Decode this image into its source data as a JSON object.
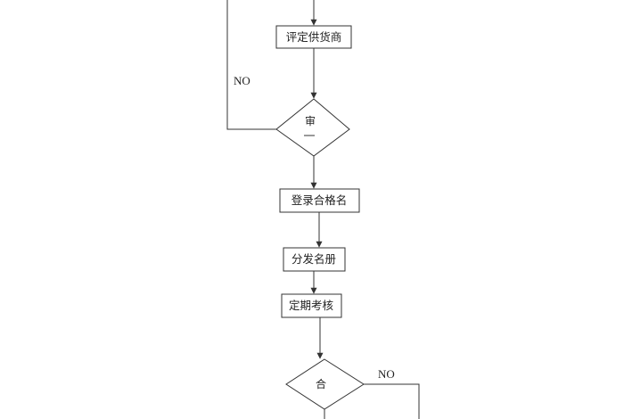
{
  "diagram": {
    "boxes": [
      {
        "id": "evaluate-supplier",
        "label": "评定供货商"
      },
      {
        "id": "register-qualified",
        "label": "登录合格名"
      },
      {
        "id": "distribute-list",
        "label": "分发名册"
      },
      {
        "id": "periodic-review",
        "label": "定期考核"
      }
    ],
    "decisions": [
      {
        "id": "review",
        "label": "审"
      },
      {
        "id": "qualified",
        "label": "合"
      }
    ],
    "branch_labels": {
      "review_no": "NO",
      "qualified_no": "NO"
    }
  }
}
